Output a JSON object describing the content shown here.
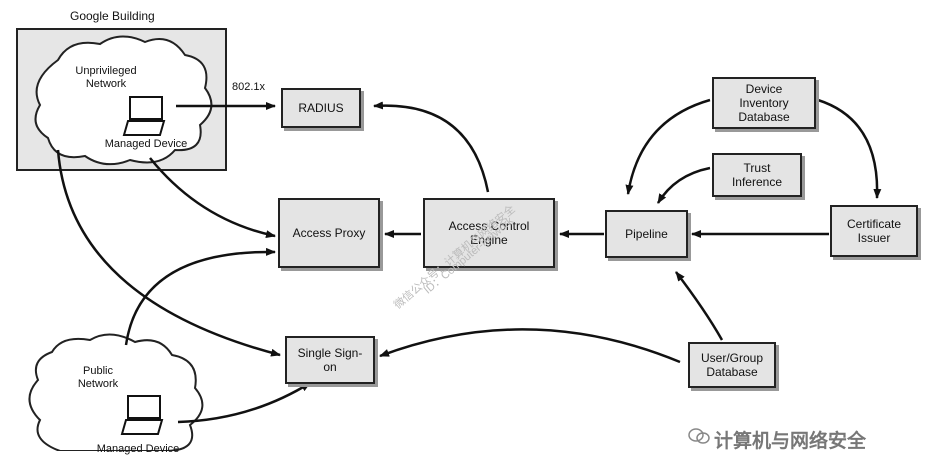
{
  "groups": {
    "google_building": "Google Building"
  },
  "clouds": {
    "unprivileged": "Unprivileged\nNetwork",
    "public": "Public\nNetwork"
  },
  "devices": {
    "managed_top": "Managed Device",
    "managed_bottom": "Managed Device"
  },
  "edges": {
    "dot1x": "802.1x"
  },
  "nodes": {
    "radius": "RADIUS",
    "access_proxy": "Access Proxy",
    "access_control_engine": "Access Control\nEngine",
    "pipeline": "Pipeline",
    "single_sign_on": "Single Sign-\non",
    "device_inventory_db": "Device\nInventory\nDatabase",
    "trust_inference": "Trust\nInference",
    "certificate_issuer": "Certificate\nIssuer",
    "user_group_db": "User/Group\nDatabase"
  },
  "watermark": {
    "text": "计算机与网络安全",
    "diagonal_1": "微信公众号：计算机与网络安全",
    "diagonal_2": "ID：Computer-network"
  }
}
